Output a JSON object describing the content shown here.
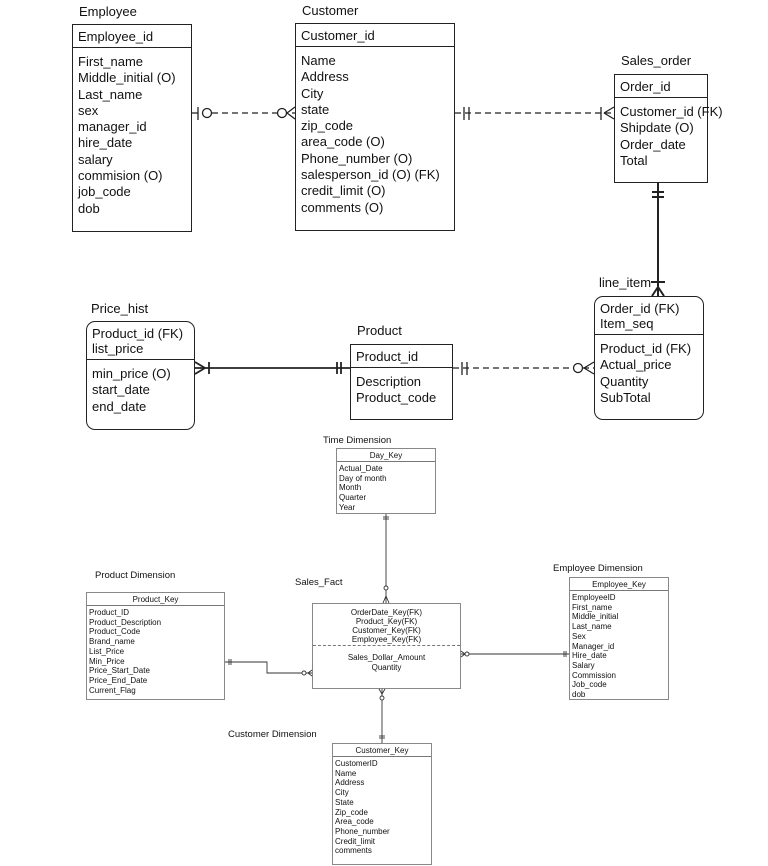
{
  "entities": {
    "employee": {
      "title": "Employee",
      "key": "Employee_id",
      "attrs": [
        "First_name",
        "Middle_initial (O)",
        "Last_name",
        "sex",
        "manager_id",
        "hire_date",
        "salary",
        "commision (O)",
        "job_code",
        "dob"
      ]
    },
    "customer": {
      "title": "Customer",
      "key": "Customer_id",
      "attrs": [
        "Name",
        "Address",
        "City",
        "state",
        "zip_code",
        "area_code (O)",
        "Phone_number (O)",
        "salesperson_id (O) (FK)",
        "credit_limit (O)",
        "comments (O)"
      ]
    },
    "sales_order": {
      "title": "Sales_order",
      "key": "Order_id",
      "attrs": [
        "Customer_id (FK)",
        "Shipdate (O)",
        "Order_date",
        "Total"
      ]
    },
    "line_item": {
      "title": "line_item",
      "keys": [
        "Order_id (FK)",
        "Item_seq"
      ],
      "attrs": [
        "Product_id (FK)",
        "Actual_price",
        "Quantity",
        "SubTotal"
      ]
    },
    "product": {
      "title": "Product",
      "key": "Product_id",
      "attrs": [
        "Description",
        "Product_code"
      ]
    },
    "price_hist": {
      "title": "Price_hist",
      "keys": [
        "Product_id (FK)",
        "list_price"
      ],
      "attrs": [
        "min_price (O)",
        "start_date",
        "end_date"
      ]
    }
  },
  "dimensions": {
    "time": {
      "title": "Time Dimension",
      "key": "Day_Key",
      "attrs": [
        "Actual_Date",
        "Day of month",
        "Month",
        "Quarter",
        "Year"
      ]
    },
    "sales_fact": {
      "title": "Sales_Fact",
      "keys": [
        "OrderDate_Key(FK)",
        "Product_Key(FK)",
        "Customer_Key(FK)",
        "Employee_Key(FK)"
      ],
      "attrs": [
        "Sales_Dollar_Amount",
        "Quantity"
      ]
    },
    "product": {
      "title": "Product Dimension",
      "key": "Product_Key",
      "attrs": [
        "Product_ID",
        "Product_Description",
        "Product_Code",
        "Brand_name",
        "List_Price",
        "Min_Price",
        "Price_Start_Date",
        "Price_End_Date",
        "Current_Flag"
      ]
    },
    "employee": {
      "title": "Employee Dimension",
      "key": "Employee_Key",
      "attrs": [
        "EmployeeID",
        "First_name",
        "Middle_initial",
        "Last_name",
        "Sex",
        "Manager_id",
        "Hire_date",
        "Salary",
        "Commission",
        "Job_code",
        "dob"
      ]
    },
    "customer": {
      "title": "Customer Dimension",
      "key": "Customer_Key",
      "attrs": [
        "CustomerID",
        "Name",
        "Address",
        "City",
        "State",
        "Zip_code",
        "Area_code",
        "Phone_number",
        "Credit_limit",
        "comments"
      ]
    }
  }
}
